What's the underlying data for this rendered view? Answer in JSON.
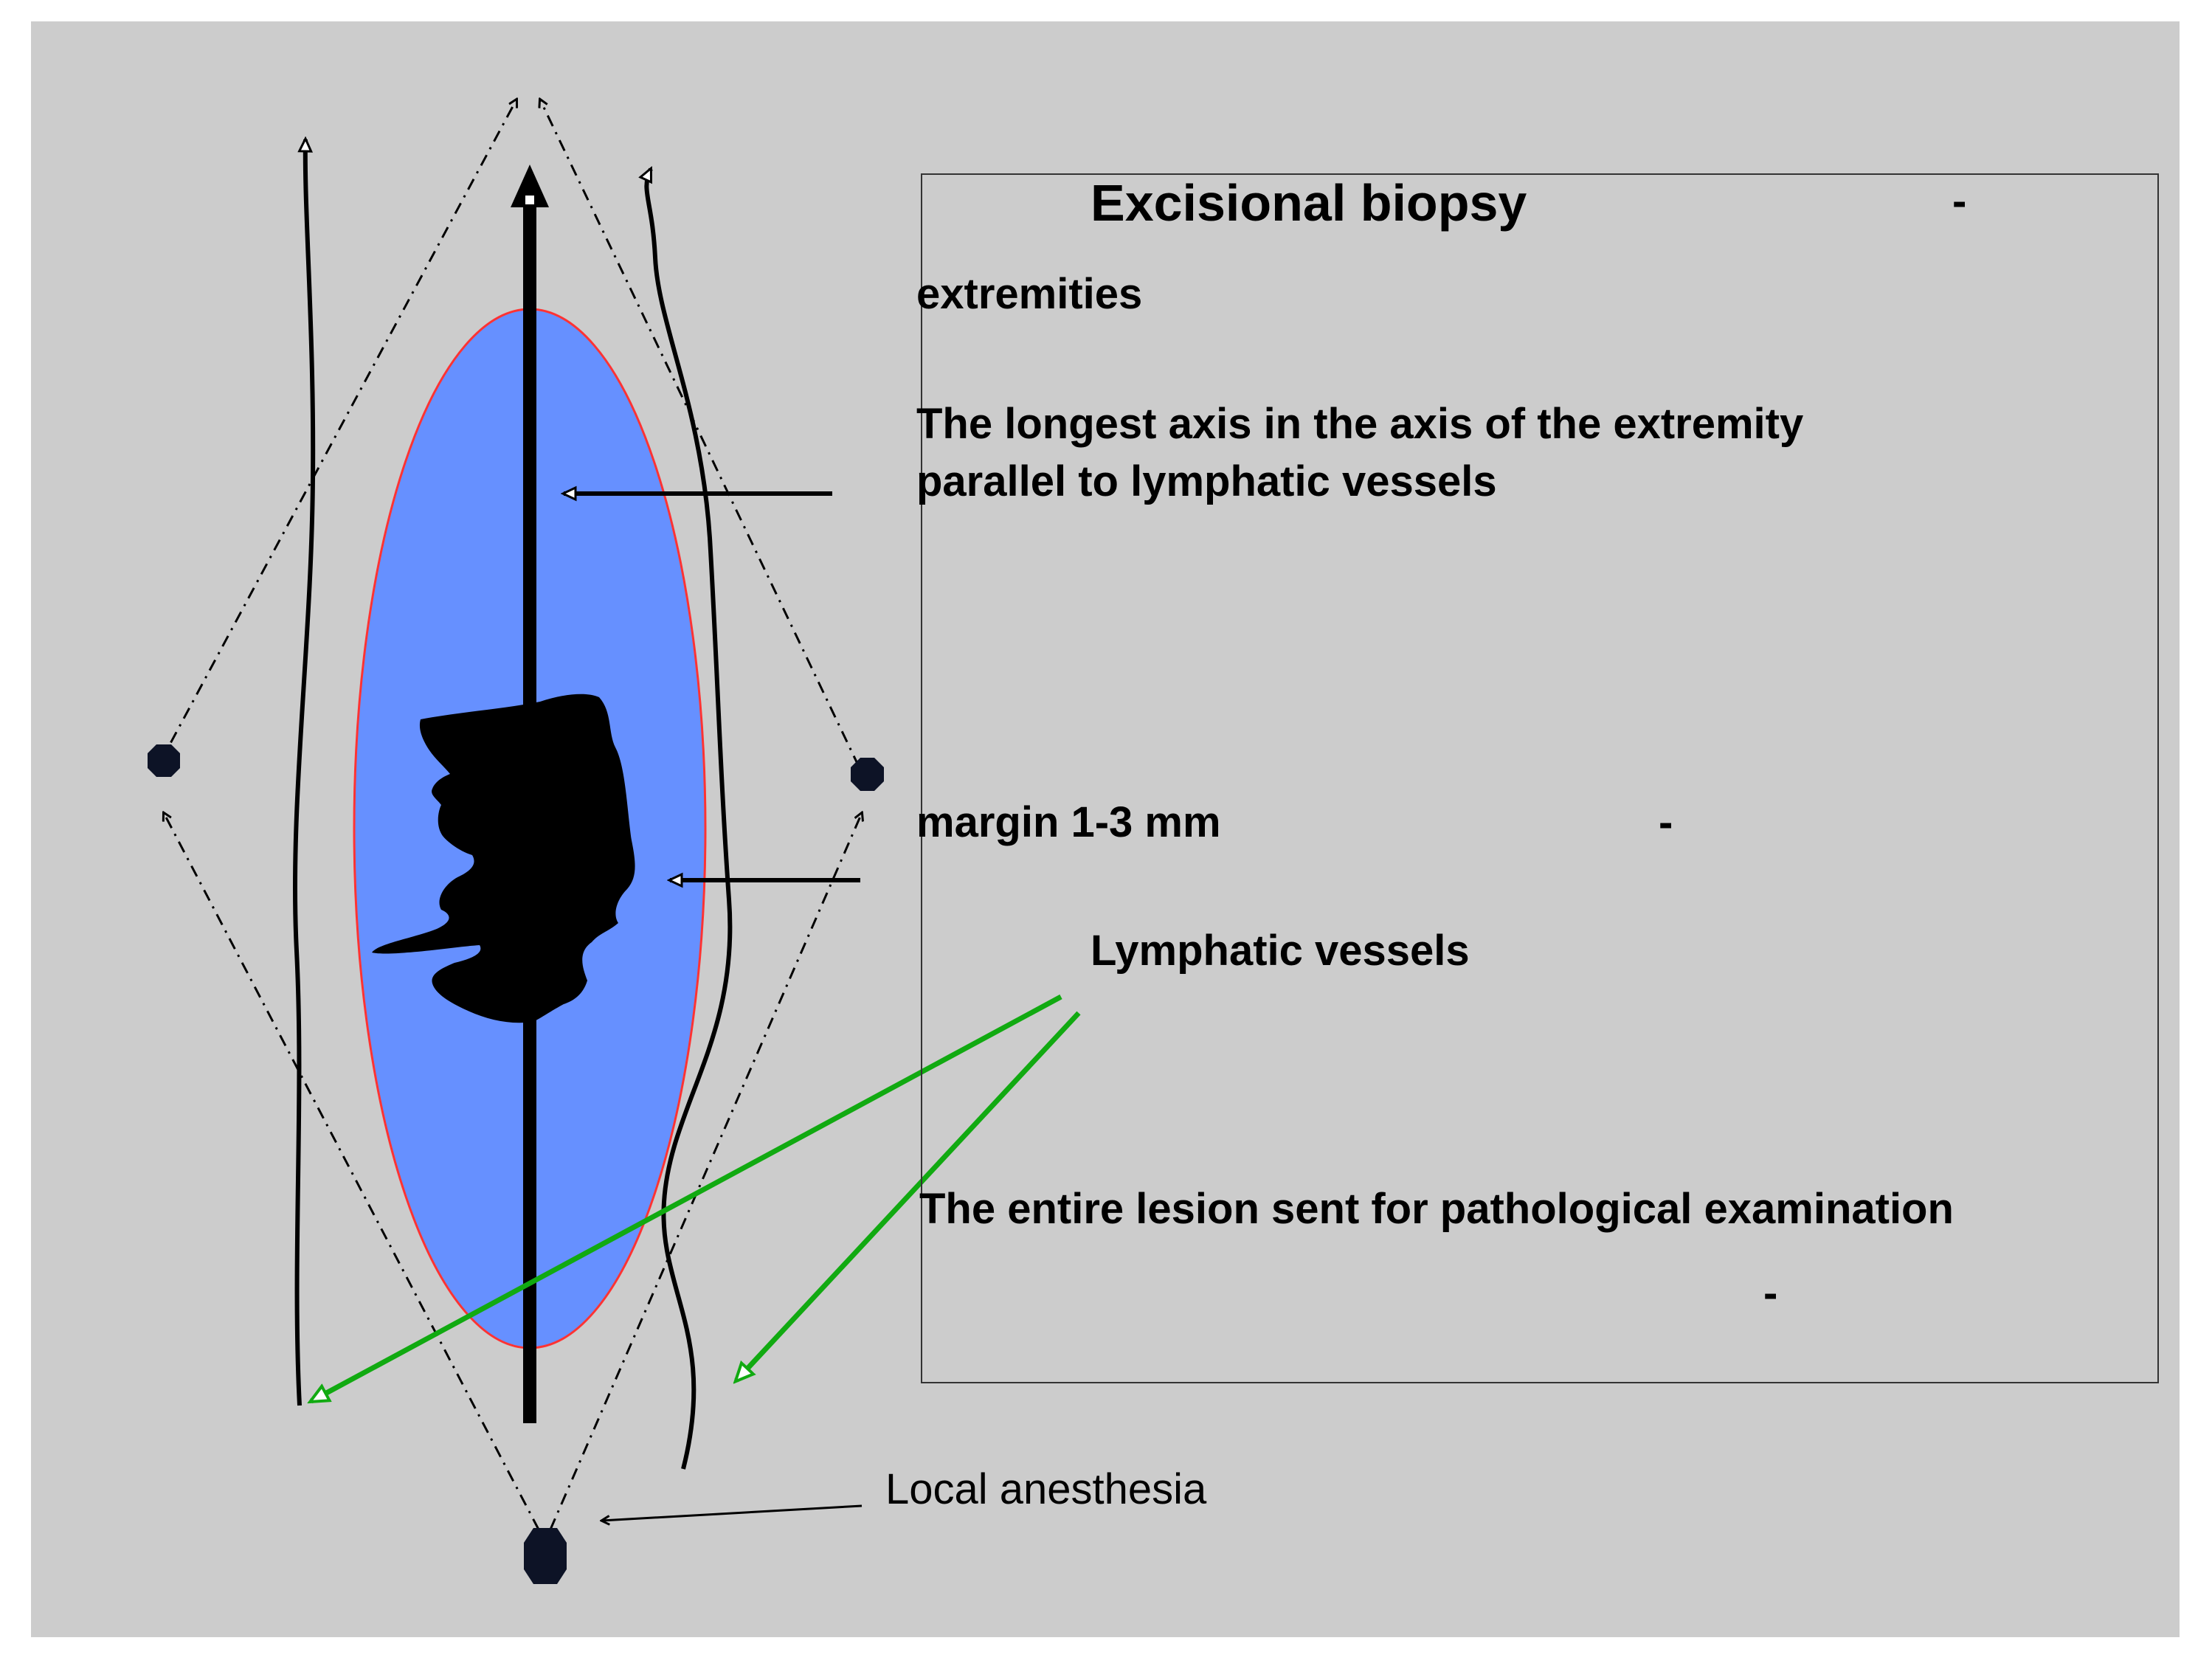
{
  "text_box": {
    "title": "Excisional biopsy",
    "title_dash": "-",
    "extremities": "extremities",
    "axis_line1": "The longest axis in the axis of the extremity",
    "axis_line2": "parallel to lymphatic vessels",
    "margin": "margin 1-3 mm",
    "margin_dash": "-",
    "lymphatic": "Lymphatic vessels",
    "lesion": "The entire lesion sent for pathological examination",
    "lesion_dash": "-"
  },
  "local_anesthesia": "Local anesthesia",
  "colors": {
    "background": "#cccccc",
    "ellipse_fill": "#6690ff",
    "ellipse_stroke": "#ff3333",
    "lymph_pointer": "#11aa11",
    "injection_point": "#0d1326",
    "lesion": "#000000"
  }
}
